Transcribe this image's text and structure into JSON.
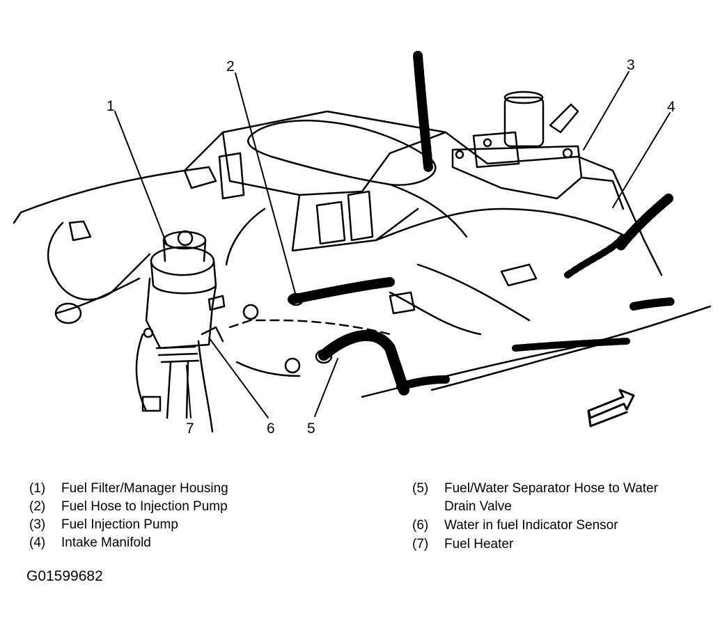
{
  "callouts": {
    "c1": "1",
    "c2": "2",
    "c3": "3",
    "c4": "4",
    "c5": "5",
    "c6": "6",
    "c7": "7"
  },
  "legend": {
    "items": [
      {
        "num": "(1)",
        "label": "Fuel Filter/Manager Housing"
      },
      {
        "num": "(2)",
        "label": "Fuel Hose to Injection Pump"
      },
      {
        "num": "(3)",
        "label": "Fuel Injection Pump"
      },
      {
        "num": "(4)",
        "label": "Intake Manifold"
      },
      {
        "num": "(5)",
        "label": "Fuel/Water Separator Hose to Water Drain Valve"
      },
      {
        "num": "(6)",
        "label": "Water in fuel Indicator Sensor"
      },
      {
        "num": "(7)",
        "label": "Fuel Heater"
      }
    ]
  },
  "figure_id": "G01599682"
}
